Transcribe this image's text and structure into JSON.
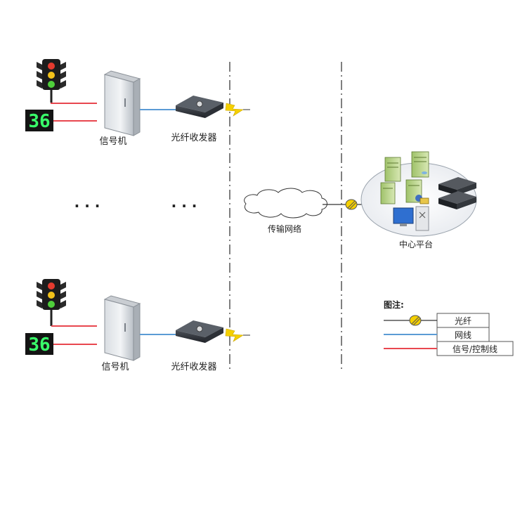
{
  "diagram": {
    "signal_machine_label": "信号机",
    "transceiver_label": "光纤收发器",
    "network_label": "传输网络",
    "center_label": "中心平台",
    "countdown_value": "36",
    "ellipsis": "· · ·",
    "legend": {
      "title": "图注:",
      "items": [
        {
          "label": "光纤",
          "line_color": "#333333"
        },
        {
          "label": "网线",
          "line_color": "#5b9bd5"
        },
        {
          "label": "信号/控制线",
          "line_color": "#e8474f"
        }
      ]
    },
    "colors": {
      "signal_line": "#e8474f",
      "network_line": "#5b9bd5",
      "fiber_line": "#333333",
      "divider": "#555555"
    }
  }
}
